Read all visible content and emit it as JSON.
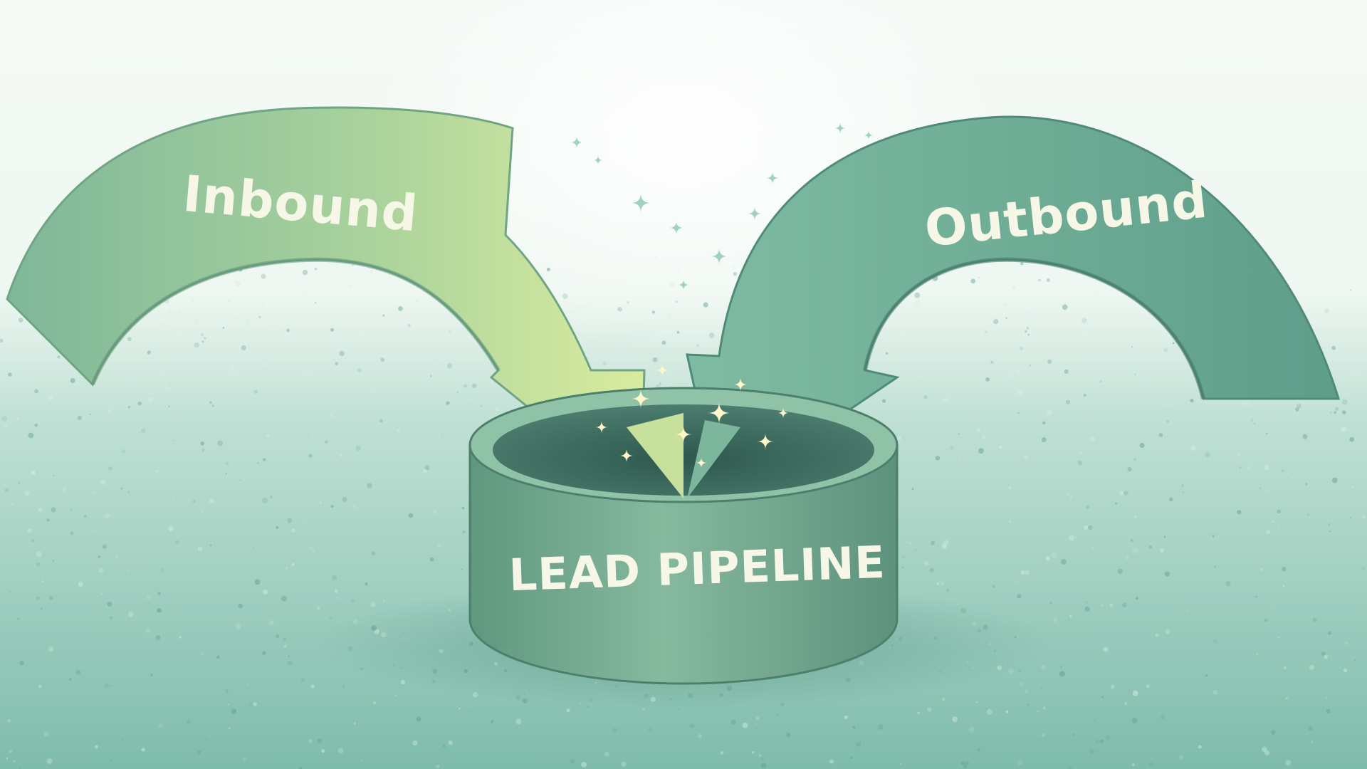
{
  "diagram": {
    "inbound": {
      "label": "Inbound"
    },
    "outbound": {
      "label": "Outbound"
    },
    "pipeline": {
      "label": "LEAD PIPELINE"
    }
  },
  "colors": {
    "sky": "#f7fbf8",
    "ground": "#86c1b1",
    "ground_dark": "#5fa192",
    "inbound_arrow": "#9fcc9a",
    "inbound_arrow_tip": "#d6ea9e",
    "outbound_arrow": "#6fae98",
    "pipeline_body": "#79af96",
    "pipeline_inner": "#3f6e62",
    "label_text": "#f6f7e6",
    "sparkle": "#fff6c9"
  },
  "icons": [
    "sparkle-icon",
    "plus-sparkle-icon"
  ]
}
